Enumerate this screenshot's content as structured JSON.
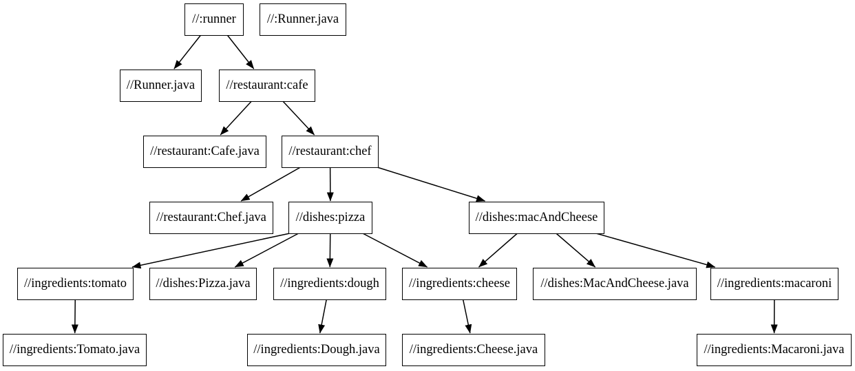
{
  "graph": {
    "type": "dependency-graph",
    "background": "#ffffff",
    "node_fill": "#ffffff",
    "node_border_color": "#000000",
    "edge_color": "#000000",
    "nodes": {
      "runner": {
        "label": "//:runner"
      },
      "runner_java_file": {
        "label": "//:Runner.java"
      },
      "runner_java": {
        "label": "//Runner.java"
      },
      "cafe": {
        "label": "//restaurant:cafe"
      },
      "cafe_java": {
        "label": "//restaurant:Cafe.java"
      },
      "chef": {
        "label": "//restaurant:chef"
      },
      "chef_java": {
        "label": "//restaurant:Chef.java"
      },
      "pizza": {
        "label": "//dishes:pizza"
      },
      "mac_and_cheese": {
        "label": "//dishes:macAndCheese"
      },
      "tomato": {
        "label": "//ingredients:tomato"
      },
      "pizza_java": {
        "label": "//dishes:Pizza.java"
      },
      "dough": {
        "label": "//ingredients:dough"
      },
      "cheese": {
        "label": "//ingredients:cheese"
      },
      "mac_and_cheese_java": {
        "label": "//dishes:MacAndCheese.java"
      },
      "macaroni": {
        "label": "//ingredients:macaroni"
      },
      "tomato_java": {
        "label": "//ingredients:Tomato.java"
      },
      "dough_java": {
        "label": "//ingredients:Dough.java"
      },
      "cheese_java": {
        "label": "//ingredients:Cheese.java"
      },
      "macaroni_java": {
        "label": "//ingredients:Macaroni.java"
      }
    },
    "edges": [
      {
        "from": "runner",
        "to": "runner_java"
      },
      {
        "from": "runner",
        "to": "cafe"
      },
      {
        "from": "cafe",
        "to": "cafe_java"
      },
      {
        "from": "cafe",
        "to": "chef"
      },
      {
        "from": "chef",
        "to": "chef_java"
      },
      {
        "from": "chef",
        "to": "pizza"
      },
      {
        "from": "chef",
        "to": "mac_and_cheese"
      },
      {
        "from": "pizza",
        "to": "tomato"
      },
      {
        "from": "pizza",
        "to": "pizza_java"
      },
      {
        "from": "pizza",
        "to": "dough"
      },
      {
        "from": "pizza",
        "to": "cheese"
      },
      {
        "from": "mac_and_cheese",
        "to": "cheese"
      },
      {
        "from": "mac_and_cheese",
        "to": "mac_and_cheese_java"
      },
      {
        "from": "mac_and_cheese",
        "to": "macaroni"
      },
      {
        "from": "tomato",
        "to": "tomato_java"
      },
      {
        "from": "dough",
        "to": "dough_java"
      },
      {
        "from": "cheese",
        "to": "cheese_java"
      },
      {
        "from": "macaroni",
        "to": "macaroni_java"
      }
    ]
  }
}
